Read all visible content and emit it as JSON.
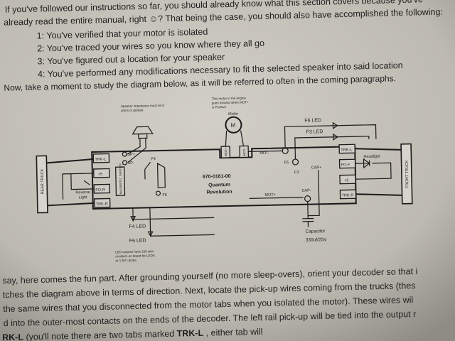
{
  "intro": {
    "line1": "If you've followed our instructions so far, you should already know what this section covers because you've",
    "line2": "already read the entire manual, right ☺? That being the case, you should also have accomplished the following:",
    "items": [
      "1: You've verified that your motor is isolated",
      "2: You've traced your wires so you know where they all go",
      "3: You've figured out a location for your speaker",
      "4: You've performed any modifications necessary to fit the selected speaker into said location"
    ],
    "closing": "Now, take a moment to study the diagram below, as it will be referred to often in the coming paragraphs."
  },
  "diagram": {
    "rear_truck": "REAR TRUCK",
    "front_truck": "FRONT TRUCK",
    "speaker_note": [
      "Speaker impedance must be 8",
      "ohms or greater."
    ],
    "motor_note": [
      "This motor in the engine",
      "goes forward when MOT+",
      "is Positive"
    ],
    "motor_label": "Motor",
    "motor_symbol": "M",
    "board_model": "670-0161-00",
    "board_name": [
      "Quantum",
      "Revolution"
    ],
    "magnetic_switch": "MAGNETIC SWITCH",
    "reverse_light": [
      "Reverse",
      "Light"
    ],
    "headlight": "Headlight",
    "capacitor_label": "Capacitor",
    "capacitor_value": "330uf/25V",
    "led_note": [
      "LED outputs have 220 ohm",
      "resistors on board for LEDS",
      "or 1.5V Lamps."
    ],
    "pins": {
      "trkl_left": "TRK-L",
      "sp_plus": "SP+",
      "sp_minus": "SP-",
      "plus5_left": "+5",
      "fo_r": "FO-R",
      "trkr_left": "TRK-R",
      "f4": "F4",
      "f6": "F6",
      "mot_plus_tab": "MOT+",
      "mot_minus_tab": "MOT-",
      "mot_plus": "MOT+",
      "mot_minus": "MOT-",
      "f5": "F5",
      "f3": "F3",
      "cap_plus": "CAP+",
      "cap_minus": "CAP-",
      "trkl_right": "TRK-L",
      "fo_f": "FO-F",
      "plus5_right": "+5",
      "trkr_right": "TRK-R"
    },
    "led_labels": {
      "f4_led": "F4 LED",
      "f6_led": "F6 LED",
      "f5_led": "F6 LED",
      "f3_led": "F3 LED"
    }
  },
  "after": {
    "line1": "say, here comes the fun part.  After grounding yourself (no more sleep-overs), orient your decoder so that i",
    "line2": "tches the diagram above in terms of direction. Next, locate the pick-up wires coming from the trucks (thes",
    "line3": "the same wires that you disconnected from the motor tabs when you isolated the motor). These wires wil",
    "line4": "d into the outer-most contacts on the ends of the decoder. The left rail pick-up will be tied into the output r",
    "line5_bold1": "RK-L",
    "line5_mid": " (you'll note there are two tabs marked ",
    "line5_bold2": "TRK-L",
    "line5_end": " , either tab will"
  }
}
